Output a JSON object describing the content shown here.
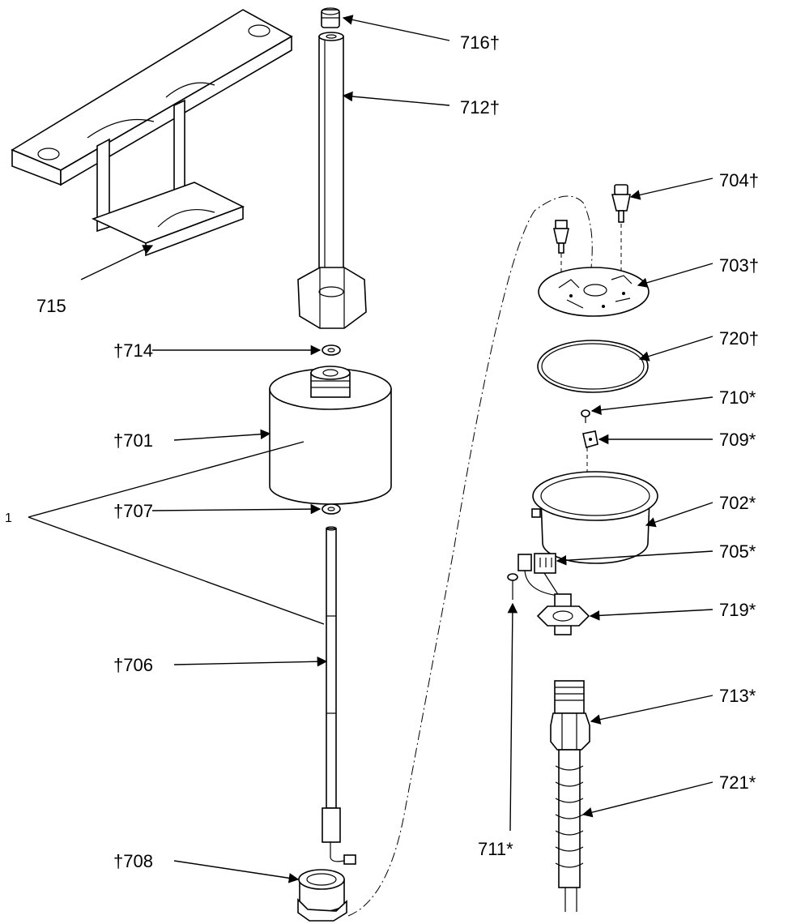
{
  "labels": {
    "p716": "716†",
    "p712": "712†",
    "p715": "715",
    "p714": "†714",
    "p701": "†701",
    "p1": "1",
    "p707": "†707",
    "p706": "†706",
    "p708": "†708",
    "p704": "704†",
    "p703": "703†",
    "p720": "720†",
    "p710": "710*",
    "p709": "709*",
    "p702": "702*",
    "p705": "705*",
    "p719": "719*",
    "p713": "713*",
    "p721": "721*",
    "p711": "711*"
  }
}
